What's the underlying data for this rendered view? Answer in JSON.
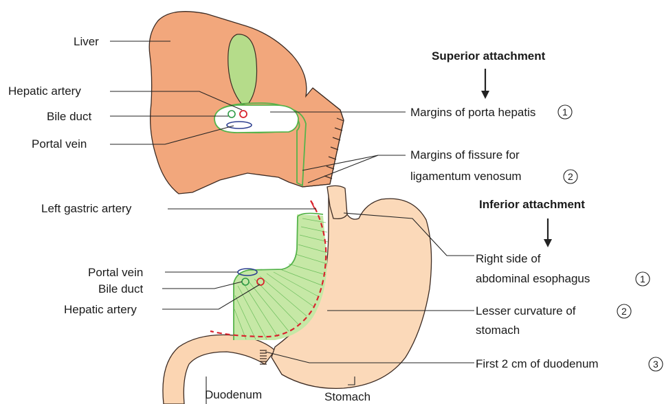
{
  "colors": {
    "liver": "#f2a77c",
    "liver_edge": "#3b2a22",
    "gallbladder": "#b5dc8a",
    "omentum_line": "#55b34a",
    "omentum_fill": "#c6e8a6",
    "stomach": "#fbd9b9",
    "duodenum": "#fbd5b2",
    "artery": "#d9232d",
    "vein": "#2b3d8f",
    "duct": "#2e9a45",
    "leader": "#222222"
  },
  "labels": {
    "liver": "Liver",
    "hepatic_artery_top": "Hepatic artery",
    "bile_duct_top": "Bile duct",
    "portal_vein_top": "Portal vein",
    "superior_attachment": "Superior attachment",
    "margins_porta": "Margins of porta hepatis",
    "margins_porta_num": "1",
    "margins_fissure_l1": "Margins of fissure for",
    "margins_fissure_l2": "ligamentum venosum",
    "margins_fissure_num": "2",
    "left_gastric_artery": "Left gastric artery",
    "inferior_attachment": "Inferior attachment",
    "right_side_l1": "Right side of",
    "right_side_l2": "abdominal esophagus",
    "right_side_num": "1",
    "portal_vein_bottom": "Portal vein",
    "bile_duct_bottom": "Bile duct",
    "hepatic_artery_bottom": "Hepatic artery",
    "lesser_curv_l1": "Lesser curvature of",
    "lesser_curv_l2": "stomach",
    "lesser_curv_num": "2",
    "first_2cm": "First 2 cm of duodenum",
    "first_2cm_num": "3",
    "duodenum": "Duodenum",
    "stomach": "Stomach"
  }
}
